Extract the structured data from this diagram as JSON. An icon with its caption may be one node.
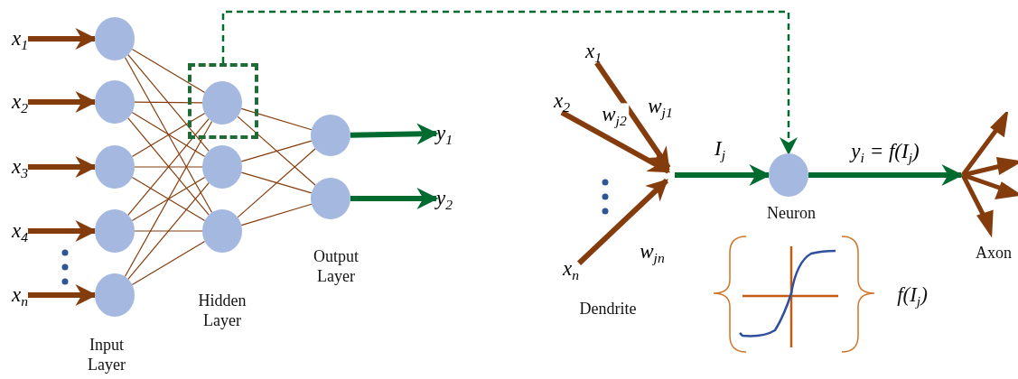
{
  "diagram": {
    "nodes": [
      {
        "text": [
          "x$_{1}$"
        ]
      },
      {
        "text": [
          "x$_{2}$"
        ]
      },
      {
        "text": [
          "x$_{3}$"
        ]
      },
      {
        "text": [
          "x$_{4}$"
        ]
      },
      {
        "text": [
          "x$_{n}$"
        ]
      },
      {
        "text": [],
        "shape": "circle"
      },
      {
        "text": [],
        "shape": "circle"
      },
      {
        "text": [],
        "shape": "circle"
      },
      {
        "text": [],
        "shape": "circle"
      },
      {
        "text": [],
        "shape": "circle"
      },
      {
        "text": [],
        "shape": "box"
      },
      {
        "text": [],
        "shape": "circle",
        "in": 10
      },
      {
        "text": [],
        "shape": "circle"
      },
      {
        "text": [],
        "shape": "circle"
      },
      {
        "text": [],
        "shape": "circle"
      },
      {
        "text": [],
        "shape": "circle"
      },
      {
        "text": [
          "y$_{1}$"
        ]
      },
      {
        "text": [
          "y$_{2}$"
        ]
      },
      {
        "text": [
          "x$_{1}$"
        ]
      },
      {
        "text": [
          "x$_{2}$"
        ]
      },
      {
        "text": [
          "x$_{n}$"
        ]
      },
      {
        "text": [],
        "shape": "circle",
        "beside": [
          "Neuron"
        ]
      },
      {
        "text": [],
        "shape": "picture",
        "beside": [
          "Axon"
        ]
      }
    ],
    "edges": [
      {
        "from": 0,
        "to": 5,
        "arrow": "to",
        "style": "thick"
      },
      {
        "from": 1,
        "to": 6,
        "arrow": "to",
        "style": "thick"
      },
      {
        "from": 2,
        "to": 7,
        "arrow": "to",
        "style": "thick"
      },
      {
        "from": 3,
        "to": 8,
        "arrow": "to",
        "style": "thick"
      },
      {
        "from": 4,
        "to": 9,
        "arrow": "to",
        "style": "thick"
      },
      {
        "from": 5,
        "to": 11,
        "arrow": "none"
      },
      {
        "from": 5,
        "to": 12,
        "arrow": "none"
      },
      {
        "from": 5,
        "to": 13,
        "arrow": "none"
      },
      {
        "from": 6,
        "to": 11,
        "arrow": "none"
      },
      {
        "from": 6,
        "to": 12,
        "arrow": "none"
      },
      {
        "from": 6,
        "to": 13,
        "arrow": "none"
      },
      {
        "from": 7,
        "to": 11,
        "arrow": "none"
      },
      {
        "from": 7,
        "to": 12,
        "arrow": "none"
      },
      {
        "from": 7,
        "to": 13,
        "arrow": "none"
      },
      {
        "from": 8,
        "to": 11,
        "arrow": "none"
      },
      {
        "from": 8,
        "to": 12,
        "arrow": "none"
      },
      {
        "from": 8,
        "to": 13,
        "arrow": "none"
      },
      {
        "from": 9,
        "to": 11,
        "arrow": "none"
      },
      {
        "from": 9,
        "to": 12,
        "arrow": "none"
      },
      {
        "from": 9,
        "to": 13,
        "arrow": "none"
      },
      {
        "from": 11,
        "to": 14,
        "arrow": "none"
      },
      {
        "from": 11,
        "to": 15,
        "arrow": "none"
      },
      {
        "from": 12,
        "to": 14,
        "arrow": "none"
      },
      {
        "from": 12,
        "to": 15,
        "arrow": "none"
      },
      {
        "from": 13,
        "to": 14,
        "arrow": "none"
      },
      {
        "from": 13,
        "to": 15,
        "arrow": "none"
      },
      {
        "from": 14,
        "to": 16,
        "arrow": "to",
        "style": "thick",
        "color": "#006b2f"
      },
      {
        "from": 15,
        "to": 17,
        "arrow": "to",
        "style": "thick",
        "color": "#006b2f"
      },
      {
        "from": 10,
        "to": 21,
        "arrow": "to",
        "style": "dashed",
        "color": "#006b2f"
      },
      {
        "from": 18,
        "to": null,
        "arrow": "to",
        "style": "thick",
        "label": "w$_{j1}$"
      },
      {
        "from": 19,
        "to": null,
        "arrow": "to",
        "style": "thick",
        "label": "w$_{j2}$"
      },
      {
        "from": 20,
        "to": null,
        "arrow": "to",
        "style": "thick",
        "label": "w$_{jn}$"
      },
      {
        "from": null,
        "to": 21,
        "arrow": "to",
        "style": "thick",
        "color": "#006b2f",
        "label": "I$_{j}$"
      },
      {
        "from": 21,
        "to": 22,
        "arrow": "to",
        "style": "thick",
        "color": "#006b2f",
        "label": "y$_{i}$ = f(I$_{j}$)"
      }
    ],
    "labels": [
      "Input Layer",
      "Hidden Layer",
      "Output Layer",
      "Dendrite",
      "f(I$_{j}$)"
    ]
  }
}
